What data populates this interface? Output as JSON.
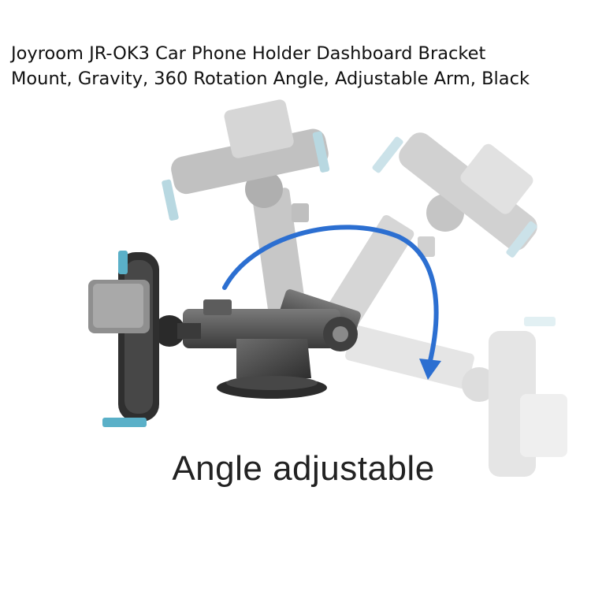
{
  "product": {
    "title_line1": "Joyroom JR-OK3 Car Phone Holder Dashboard Bracket",
    "title_line2": "Mount, Gravity, 360 Rotation Angle, Adjustable Arm, Black"
  },
  "image": {
    "caption": "Angle adjustable",
    "icon": "rotation-arrow-icon"
  },
  "colors": {
    "arrow": "#2c6fd1",
    "body": "#4a4a4a",
    "ghost": "#bdbdbd",
    "accent": "#5ab0c8"
  }
}
